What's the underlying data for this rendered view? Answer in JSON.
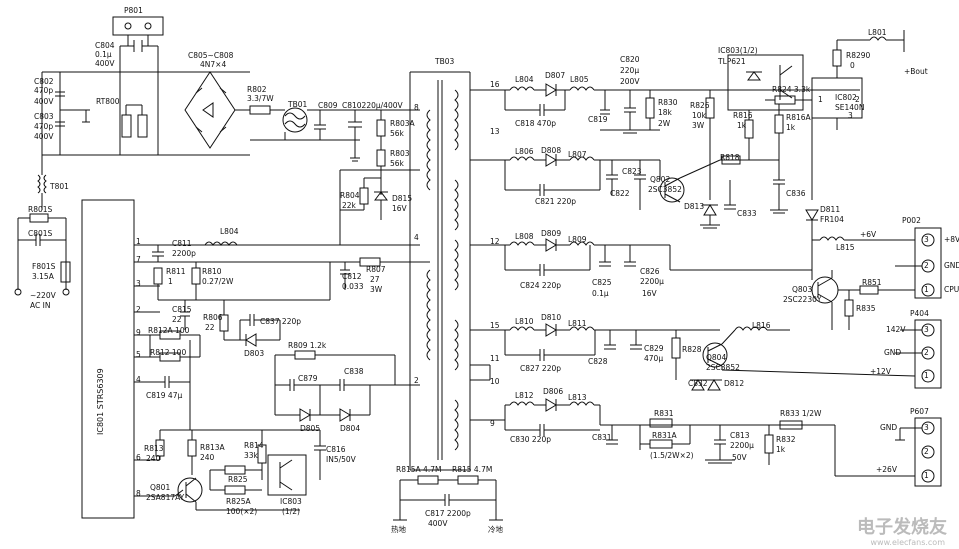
{
  "labels": {
    "p801": "P801",
    "c804": "C804",
    "c804v": "0.1μ",
    "c804w": "400V",
    "c802": "C802",
    "c802v": "470p",
    "c802w": "400V",
    "c803": "C803",
    "c803v": "470p",
    "c803w": "400V",
    "rt800": "RT800",
    "t801": "T801",
    "r801s": "R801S",
    "c801s": "C801S",
    "f801s": "F801S",
    "f801sv": "3.15A",
    "ac1": "~220V",
    "ac2": "AC IN",
    "bridge": "C805~C808",
    "bridge2": "4N7×4",
    "r802": "R802",
    "r802v": "3.3/7W",
    "tb01": "TB01",
    "c809": "C809",
    "c810": "C810220μ/400V",
    "r803a": "R803A",
    "r803av": "56k",
    "r803": "R803",
    "r803v": "56k",
    "r804": "R804",
    "r804v": "22k",
    "d815": "D815",
    "d815v": "16V",
    "ic801": "IC801 STRS6309",
    "c811": "C811",
    "c811v": "2200p",
    "l804": "L804",
    "r811": "R811",
    "r811v": "1",
    "r810": "R810",
    "r810v": "0.27/2W",
    "c812": "C812",
    "c812v": "0.033",
    "r807": "R807",
    "r807v": "27",
    "r807w": "3W",
    "c815": "C815",
    "c815v": "22",
    "r806": "R806",
    "r806v": "22",
    "c837": "C837 220p",
    "r812a": "R812A 100",
    "r812": "R812 100",
    "d803": "D803",
    "r809": "R809 1.2k",
    "c819": "C819 47μ",
    "c879": "C879",
    "c838": "C838",
    "d805": "D805",
    "d804": "D804",
    "r813": "R813",
    "r813v": "240",
    "r813a": "R813A",
    "r813av": "240",
    "r814": "R814",
    "r814v": "33k",
    "r825": "R825",
    "c816": "C816",
    "c816v": "IN5/50V",
    "q801": "Q801",
    "q801v": "2SA817AY",
    "r825a": "R825A",
    "r825av": "100(×2)",
    "ic803b": "IC803",
    "ic803bv": "(1/2)",
    "r815a": "R815A 4.7M",
    "r815": "R815 4.7M",
    "c817": "C817 2200p",
    "c817v": "400V",
    "hot": "热地",
    "cold": "冷地",
    "tb03": "TB03",
    "l804b": "L804",
    "d807": "D807",
    "l805": "L805",
    "c818": "C818 470p",
    "c819b": "C819",
    "c820": "C820",
    "c820v": "220μ",
    "c820w": "200V",
    "r830": "R830",
    "r830v": "18k",
    "r830w": "2W",
    "r826": "R826",
    "r826v": "10k",
    "r826w": "3W",
    "ic803": "IC803(1/2)",
    "tlp": "TLP621",
    "r816": "R816",
    "r816v": "1k",
    "r824": "R824 3.3k",
    "r816a": "R816A",
    "r816av": "1k",
    "ic802": "IC802",
    "se140n": "SE140N",
    "r829": "R8290",
    "r829v": "0",
    "l801": "L801",
    "bout": "+Bout",
    "l806": "L806",
    "d808": "D808",
    "l807": "L807",
    "c823": "C823",
    "c822": "C822",
    "q802": "Q802",
    "q802v": "2SC3852",
    "r818": "R818",
    "c836": "C836",
    "d813": "D813",
    "c833": "C833",
    "c821": "C821 220p",
    "d811": "D811",
    "fr104": "FR104",
    "l808": "L808",
    "d809": "D809",
    "l809": "L809",
    "c824": "C824 220p",
    "c825": "C825",
    "c825v": "0.1μ",
    "c826": "C826",
    "c826v": "2200μ",
    "c826w": "16V",
    "l815": "L815",
    "p6v": "+6V",
    "p002": "P002",
    "p8v": "+8V",
    "gnd1": "GND",
    "cpu": "CPU",
    "q803": "Q803",
    "q803v": "2SC2230Y",
    "r851": "R851",
    "r835": "R835",
    "p404": "P404",
    "v142": "142V",
    "gnd2": "GND",
    "p12v": "+12V",
    "l810": "L810",
    "d810": "D810",
    "l811": "L811",
    "c829": "C829",
    "c829v": "470μ",
    "c828": "C828",
    "c827": "C827 220p",
    "r828": "R828",
    "q804": "Q804",
    "q804v": "2SC3852",
    "c832": "C832",
    "d812": "D812",
    "l816": "L816",
    "l812": "L812",
    "d806": "D806",
    "l813": "L813",
    "c830": "C830 220p",
    "c831": "C831",
    "r831": "R831",
    "r831a": "R831A",
    "r831av": "(1.5/2W×2)",
    "c813": "C813",
    "c813v": "2200μ",
    "c813w": "50V",
    "r833": "R833 1/2W",
    "r832": "R832",
    "r832v": "1k",
    "p607": "P607",
    "gnd3": "GND",
    "p26v": "+26V",
    "pin16": "16",
    "pin13": "13",
    "pin12": "12",
    "pin15": "15",
    "pin11": "11",
    "pin10": "10",
    "pin9": "9",
    "pin8": "8",
    "pin4": "4",
    "pin2": "2",
    "ic1": "1",
    "ic7": "7",
    "ic3": "3",
    "ic2": "2",
    "ic9": "9",
    "ic5": "5",
    "ic4": "4",
    "ic6": "6",
    "ic8": "8",
    "n3a": "3",
    "n2a": "2",
    "n1a": "1",
    "n3b": "3",
    "n2b": "2",
    "n1b": "1",
    "n3c": "3",
    "n2c": "2",
    "n1c": "1",
    "icp1": "1",
    "icp2": "2",
    "icp3": "3",
    "watermark": "电子发烧友",
    "watermark2": "www.elecfans.com"
  }
}
